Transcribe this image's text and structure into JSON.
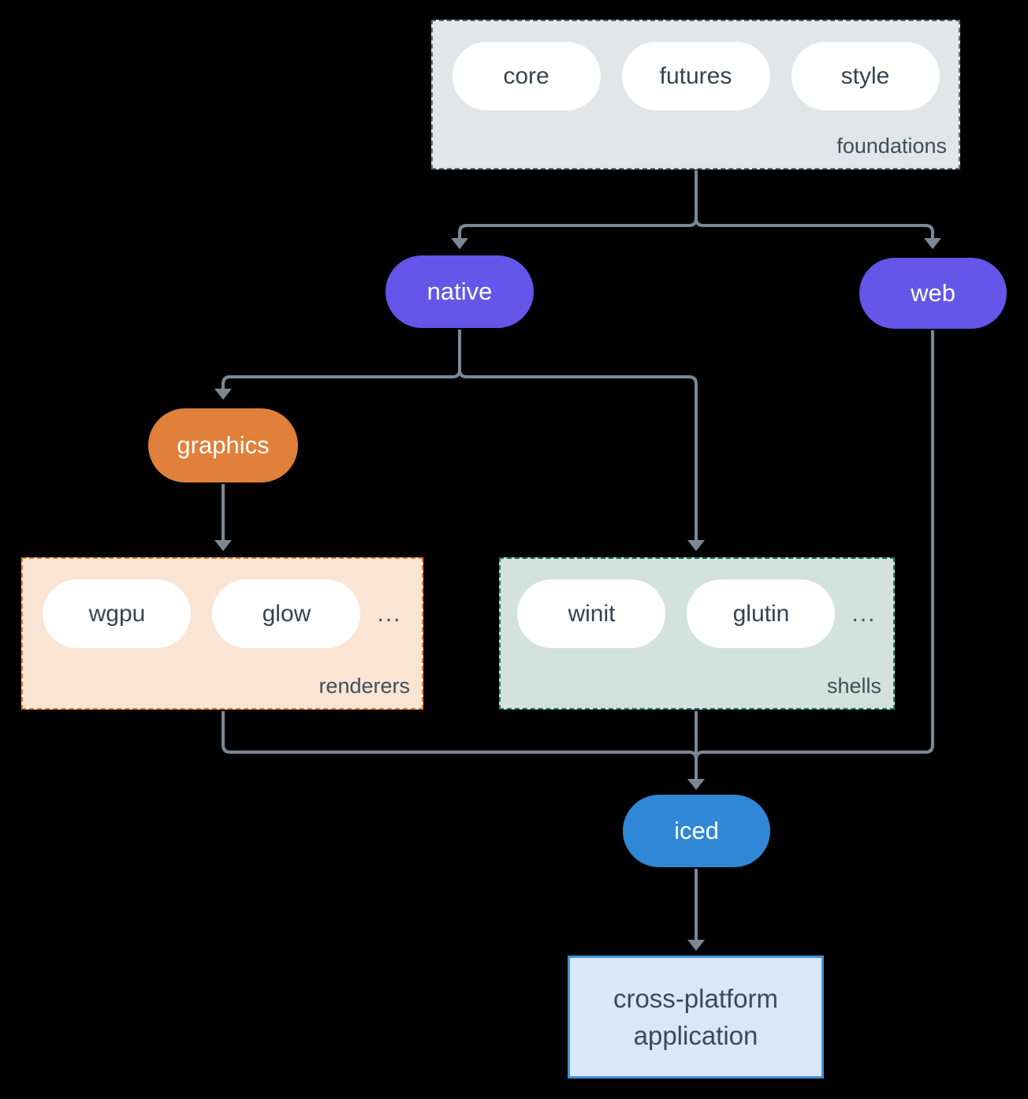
{
  "foundations": {
    "label": "foundations",
    "pills": [
      "core",
      "futures",
      "style"
    ]
  },
  "nodes": {
    "native": "native",
    "web": "web",
    "graphics": "graphics",
    "iced": "iced"
  },
  "renderers": {
    "label": "renderers",
    "pills": [
      "wgpu",
      "glow"
    ],
    "ellipsis": "..."
  },
  "shells": {
    "label": "shells",
    "pills": [
      "winit",
      "glutin"
    ],
    "ellipsis": "..."
  },
  "application": {
    "line1": "cross-platform",
    "line2": "application"
  },
  "colors": {
    "background": "#000000",
    "arrow": "#7a8896",
    "purple_node": "#6356e9",
    "orange_node": "#e0803a",
    "blue_node": "#2f87d6",
    "foundations_bg": "#e2e6e9",
    "foundations_border": "#5c6b7a",
    "renderers_bg": "#fae4d3",
    "renderers_border": "#e8832d",
    "shells_bg": "#d3e2dc",
    "shells_border": "#1f7a6b",
    "application_bg": "#d9e8f8",
    "application_border": "#4490d4",
    "pill_bg": "#ffffff",
    "dark_text": "#334450"
  }
}
